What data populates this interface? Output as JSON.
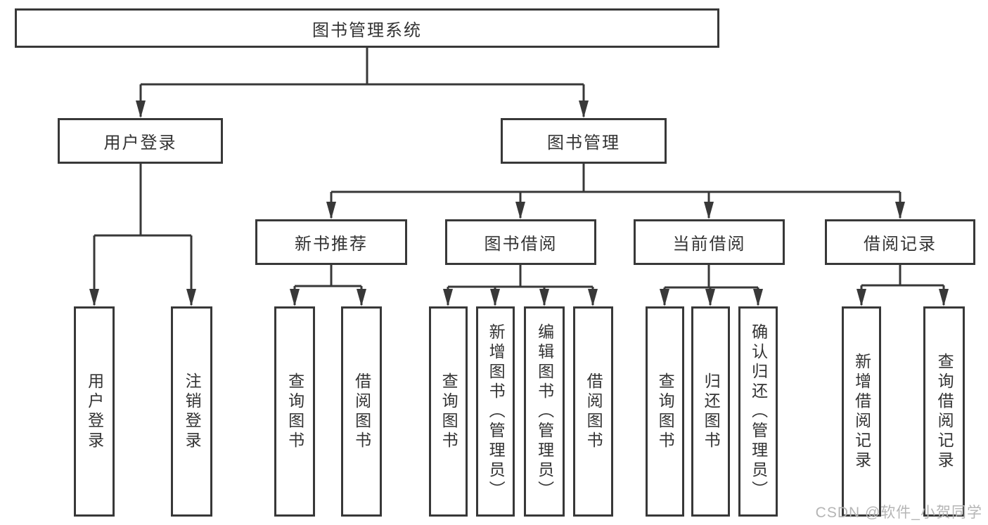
{
  "colors": {
    "line": "#383838",
    "box_border": "#383838",
    "text": "#333333",
    "watermark": "#b5b5b5",
    "background": "#ffffff"
  },
  "diagram": {
    "root": {
      "label": "图书管理系统"
    },
    "level2": [
      {
        "label": "用户登录"
      },
      {
        "label": "图书管理"
      }
    ],
    "level3": [
      {
        "label": "新书推荐"
      },
      {
        "label": "图书借阅"
      },
      {
        "label": "当前借阅"
      },
      {
        "label": "借阅记录"
      }
    ],
    "leaves": [
      {
        "group": "用户登录",
        "label": "用户登录"
      },
      {
        "group": "用户登录",
        "label": "注销登录"
      },
      {
        "group": "新书推荐",
        "label": "查询图书"
      },
      {
        "group": "新书推荐",
        "label": "借阅图书"
      },
      {
        "group": "图书借阅",
        "label": "查询图书"
      },
      {
        "group": "图书借阅",
        "label": "新增图书（管理员）"
      },
      {
        "group": "图书借阅",
        "label": "编辑图书（管理员）"
      },
      {
        "group": "图书借阅",
        "label": "借阅图书"
      },
      {
        "group": "当前借阅",
        "label": "查询图书"
      },
      {
        "group": "当前借阅",
        "label": "归还图书"
      },
      {
        "group": "当前借阅",
        "label": "确认归还（管理员）"
      },
      {
        "group": "借阅记录",
        "label": "新增借阅记录"
      },
      {
        "group": "借阅记录",
        "label": "查询借阅记录"
      }
    ]
  },
  "watermark": {
    "text": "CSDN @软件_小贺同学"
  }
}
